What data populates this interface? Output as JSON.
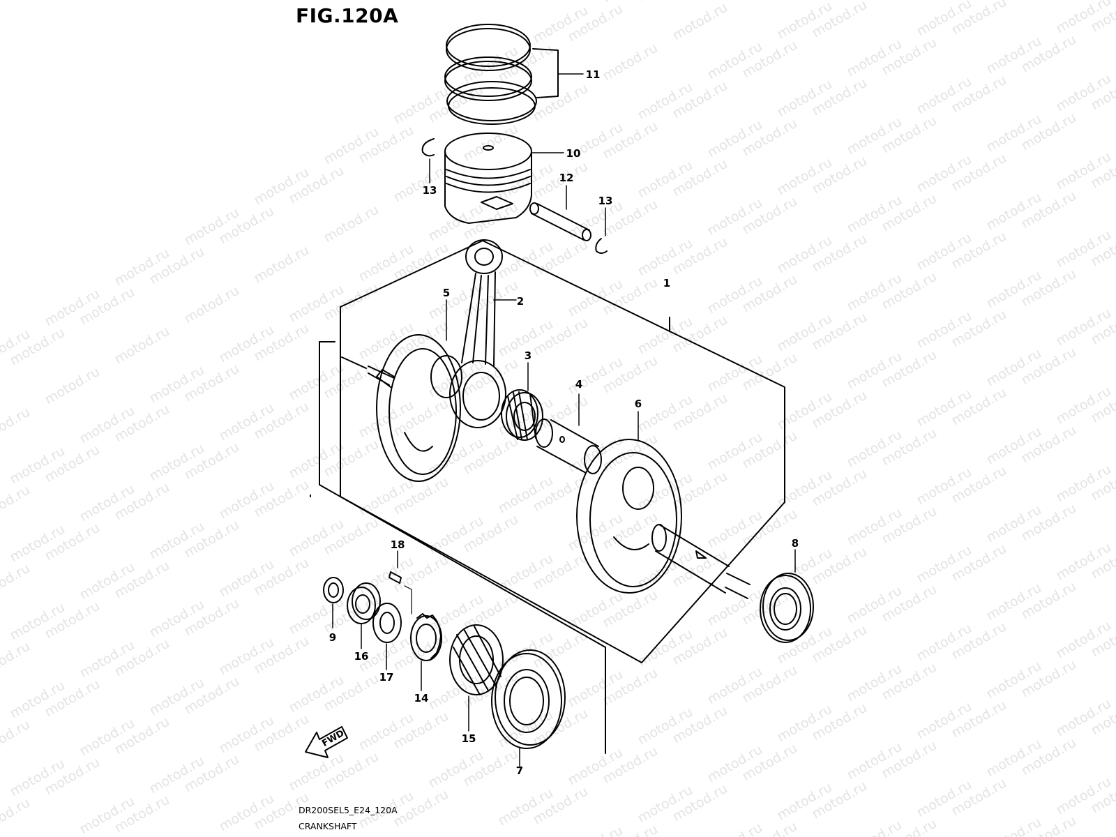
{
  "figure": {
    "title": "FIG.120A",
    "diagram_code": "DR200SEL5_E24_120A",
    "assembly_name": "CRANKSHAFT",
    "watermark": "motod.ru",
    "direction_label": "FWD"
  },
  "callouts": [
    "1",
    "2",
    "3",
    "4",
    "5",
    "6",
    "7",
    "8",
    "9",
    "10",
    "11",
    "12",
    "13",
    "13",
    "14",
    "15",
    "16",
    "17",
    "18"
  ],
  "colors": {
    "line": "#000000",
    "watermark": "#e3e3e3",
    "background": "#ffffff"
  }
}
